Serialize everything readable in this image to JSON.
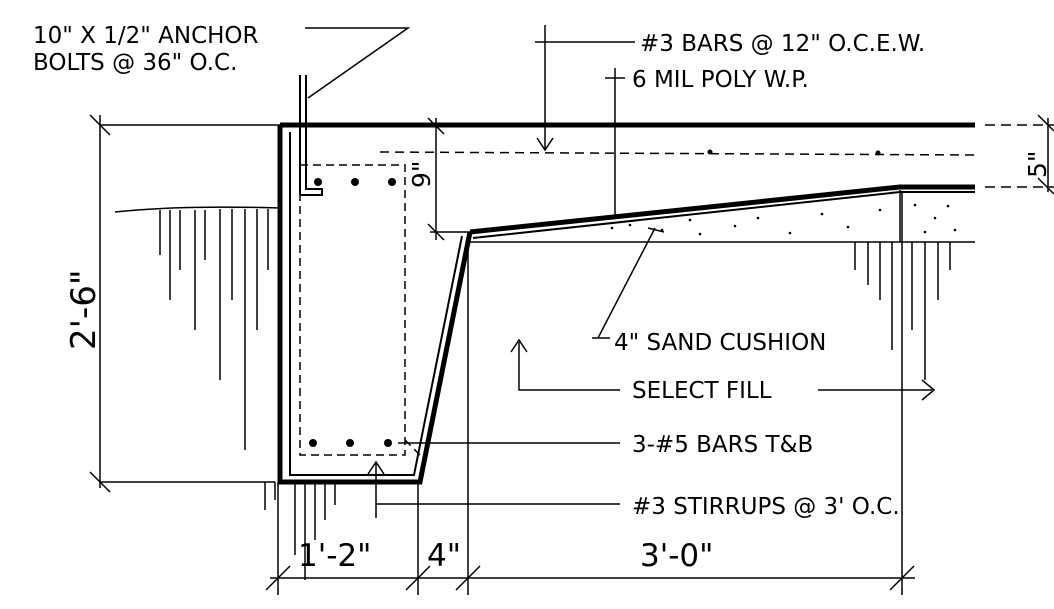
{
  "labels": {
    "anchor_line1": "10\" X 1/2\" ANCHOR",
    "anchor_line2": "BOLTS @ 36\" O.C.",
    "bars_top": "#3 BARS @ 12\" O.C.E.W.",
    "poly": "6 MIL POLY W.P.",
    "sand": "4\" SAND CUSHION",
    "fill": "SELECT FILL",
    "bars_tb": "3-#5 BARS T&B",
    "stirrups": "#3 STIRRUPS @ 3' O.C."
  },
  "dims": {
    "slab": "5\"",
    "depth": "9\"",
    "height": "2'-6\"",
    "footing_width": "1'-2\"",
    "toe": "4\"",
    "span": "3'-0\""
  }
}
